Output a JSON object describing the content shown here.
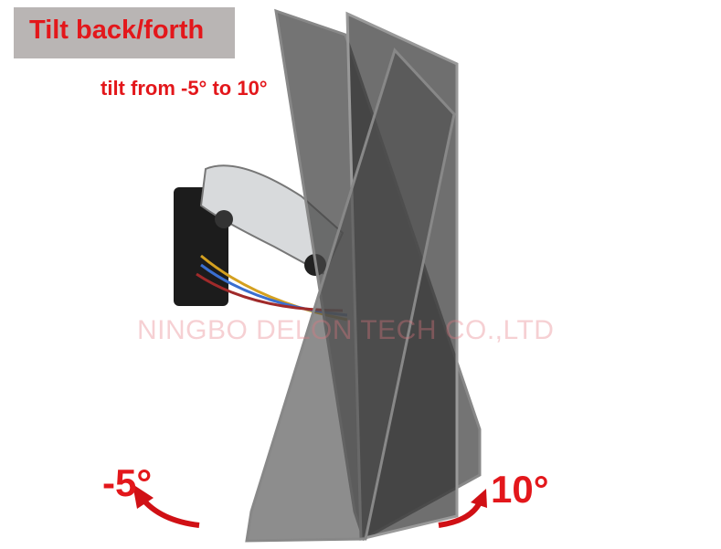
{
  "title": "Tilt back/forth",
  "subtitle": "tilt from -5° to 10°",
  "watermark": "NINGBO DELON TECH CO.,LTD",
  "angle_negative": "-5°",
  "angle_positive": "10°",
  "colors": {
    "text_red": "#e3171b",
    "title_bg": "#b9b5b4"
  }
}
